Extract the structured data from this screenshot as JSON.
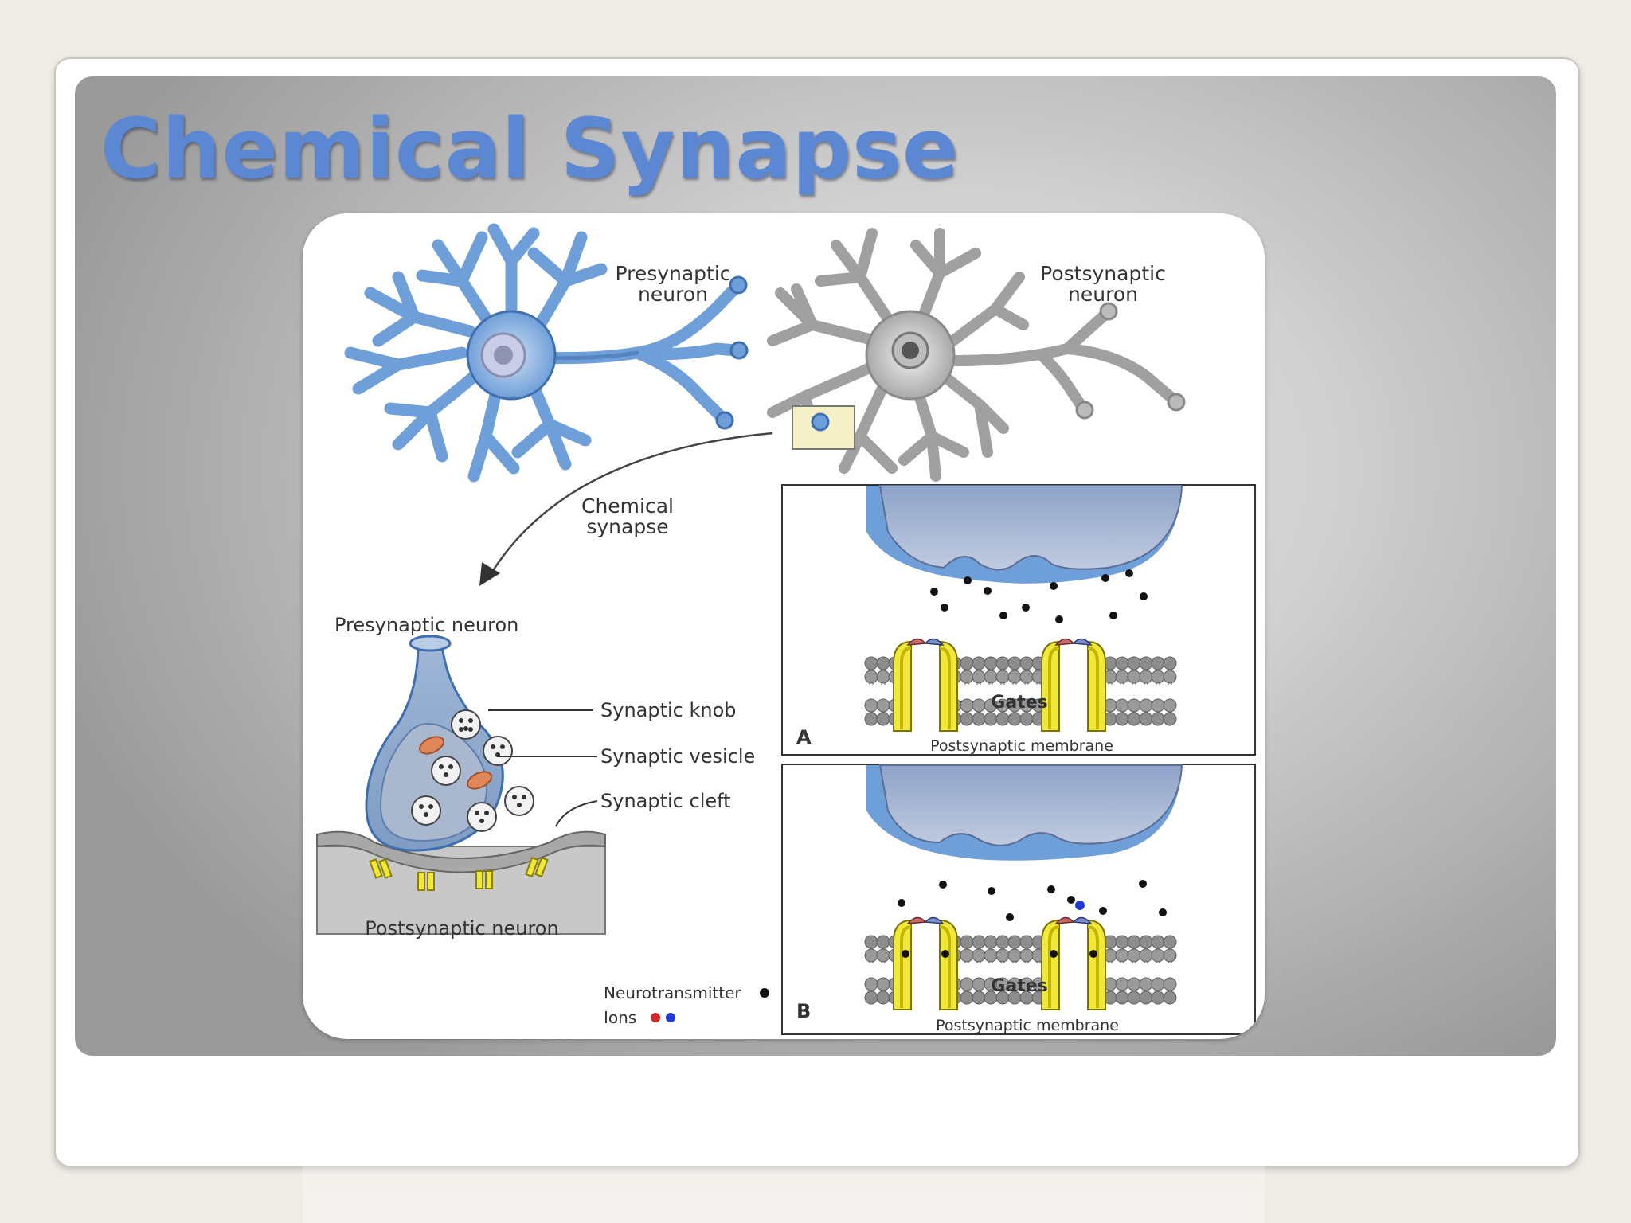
{
  "slide": {
    "title": "Chemical Synapse"
  },
  "diagram": {
    "presynaptic_neuron_top": "Presynaptic",
    "presynaptic_neuron_bottom": "neuron",
    "postsynaptic_neuron_top": "Postsynaptic",
    "postsynaptic_neuron_bottom": "neuron",
    "chemical_synapse_top": "Chemical",
    "chemical_synapse_bottom": "synapse",
    "presynaptic_neuron_label": "Presynaptic neuron",
    "synaptic_knob": "Synaptic knob",
    "synaptic_vesicle": "Synaptic vesicle",
    "synaptic_cleft": "Synaptic cleft",
    "postsynaptic_neuron_label": "Postsynaptic neuron",
    "legend_neurotransmitter": "Neurotransmitter",
    "legend_ions": "Ions",
    "panel_a_letter": "A",
    "panel_b_letter": "B",
    "gates": "Gates",
    "postsynaptic_membrane": "Postsynaptic membrane"
  },
  "colors": {
    "title": "#5b87d3",
    "neuron_blue": "#6f9fd8",
    "neuron_gray": "#b5b5b5",
    "channel_yellow": "#f2e83a",
    "ion_red": "#d62828",
    "ion_blue": "#1f3bd6"
  }
}
